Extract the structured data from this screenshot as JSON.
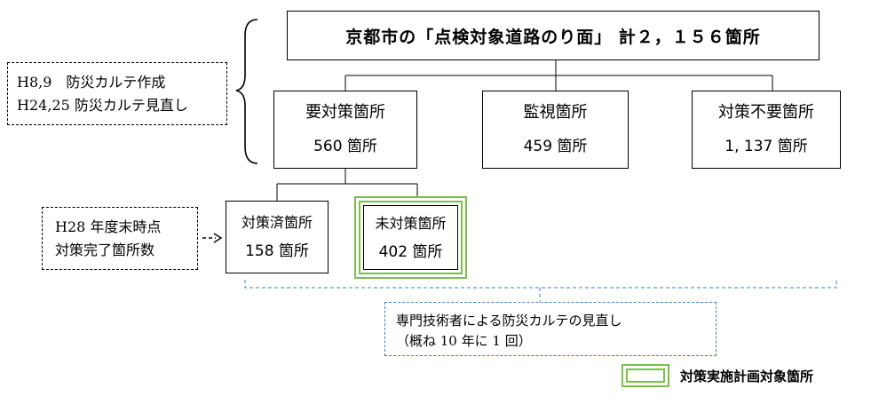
{
  "root": {
    "label": "京都市の「点検対象道路のり面」 計２，１５６箇所"
  },
  "history_note": {
    "line1": "H8,9　防災カルテ作成",
    "line2": "H24,25 防災カルテ見直し"
  },
  "categories": [
    {
      "name": "要対策箇所",
      "count": "560 箇所"
    },
    {
      "name": "監視箇所",
      "count": "459 箇所"
    },
    {
      "name": "対策不要箇所",
      "count": "1, 137 箇所"
    }
  ],
  "subcategories": [
    {
      "name": "対策済箇所",
      "count": "158 箇所"
    },
    {
      "name": "未対策箇所",
      "count": "402 箇所"
    }
  ],
  "fy_note": {
    "line1": "H28 年度末時点",
    "line2": "対策完了箇所数"
  },
  "review_note": {
    "line1": "専門技術者による防災カルテの見直し",
    "line2": "（概ね 10 年に 1 回）"
  },
  "legend": {
    "label": "対策実施計画対象箇所",
    "color": "#7ac143"
  }
}
